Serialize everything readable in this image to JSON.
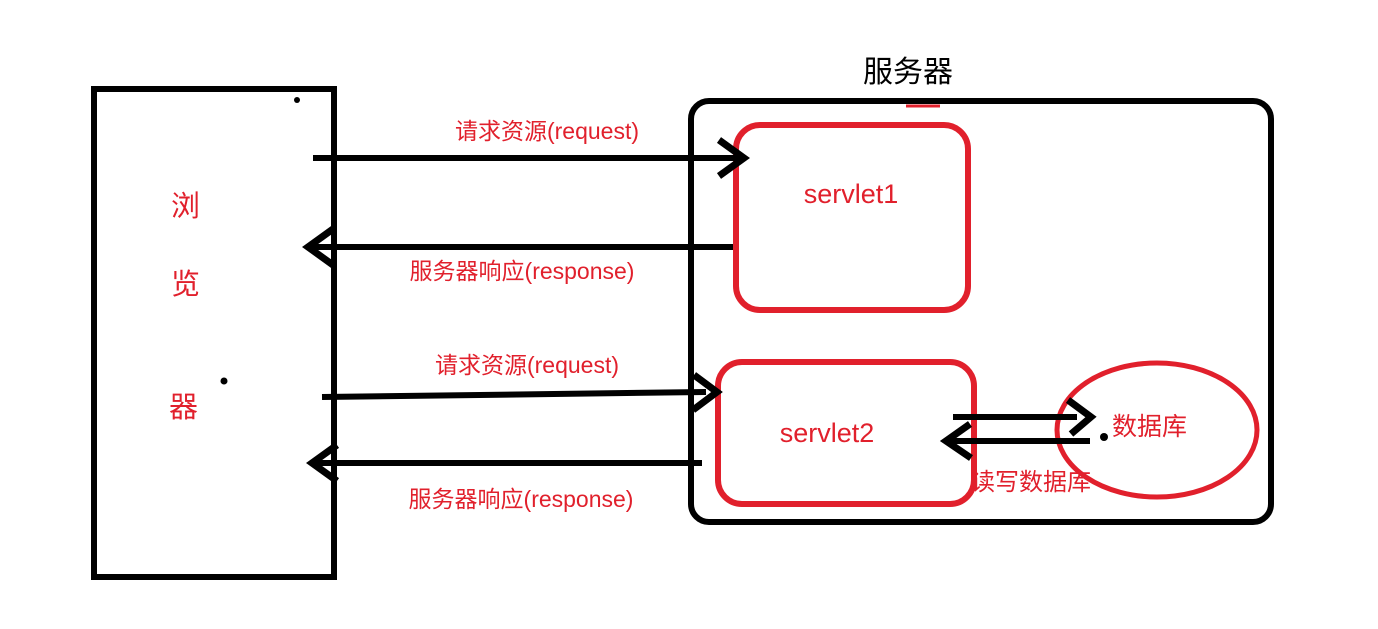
{
  "colors": {
    "red": "#e1202c",
    "black": "#000000",
    "background": "#ffffff"
  },
  "server": {
    "title": "服务器"
  },
  "browser": {
    "label": "浏览器",
    "chars": [
      "浏",
      "览",
      "器"
    ]
  },
  "nodes": {
    "servlet1_label": "servlet1",
    "servlet2_label": "servlet2",
    "database_label": "数据库"
  },
  "flows": {
    "request1_label": "请求资源(request)",
    "response1_label": "服务器响应(response)",
    "request2_label": "请求资源(request)",
    "response2_label": "服务器响应(response)",
    "db_readwrite_label": "读写数据库"
  }
}
